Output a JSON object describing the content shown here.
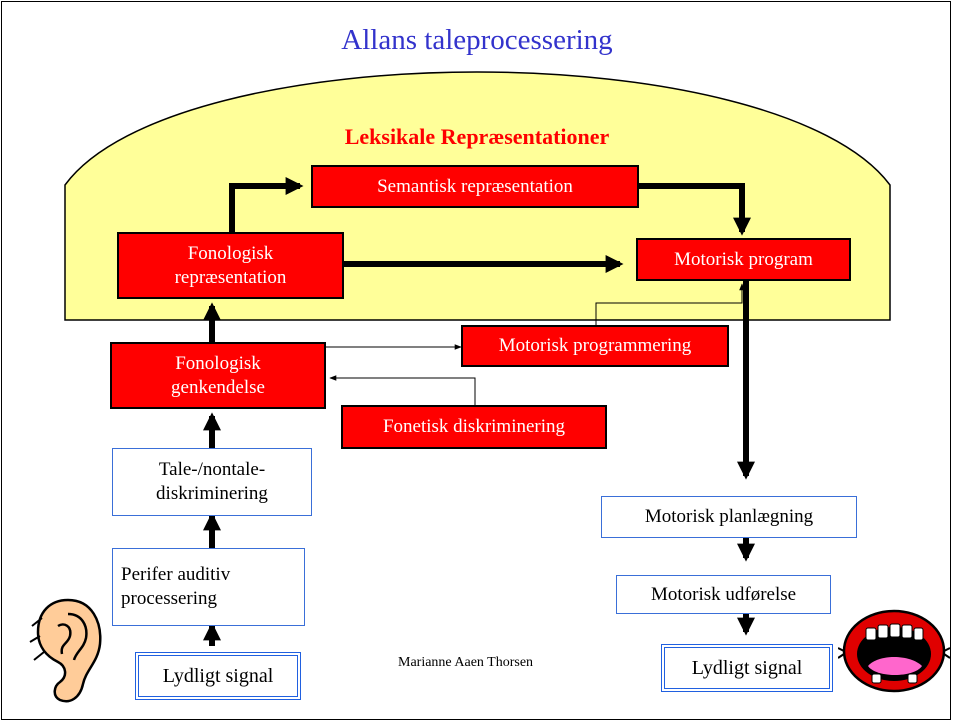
{
  "title": "Allans taleprocessering",
  "dome_label": "Leksikale Repræsentationer",
  "boxes": {
    "semantisk": "Semantisk repræsentation",
    "fonologisk_rep_1": "Fonologisk",
    "fonologisk_rep_2": "repræsentation",
    "motorisk_program": "Motorisk program",
    "motorisk_programmering": "Motorisk programmering",
    "fonologisk_genk_1": "Fonologisk",
    "fonologisk_genk_2": "genkendelse",
    "fonetisk": "Fonetisk diskriminering",
    "tale_1": "Tale-/nontale-",
    "tale_2": "diskriminering",
    "perifer_1": "Perifer auditiv",
    "perifer_2": "processering",
    "lydligt_in": "Lydligt signal",
    "planlaegning": "Motorisk planlægning",
    "udforelse": "Motorisk udførelse",
    "lydligt_out": "Lydligt signal"
  },
  "footer": "Marianne Aaen Thorsen",
  "icons": [
    "ear-icon",
    "mouth-icon"
  ],
  "colors": {
    "dome": "#ffff99",
    "process_box": "#ff0000",
    "title": "#3333cc"
  }
}
